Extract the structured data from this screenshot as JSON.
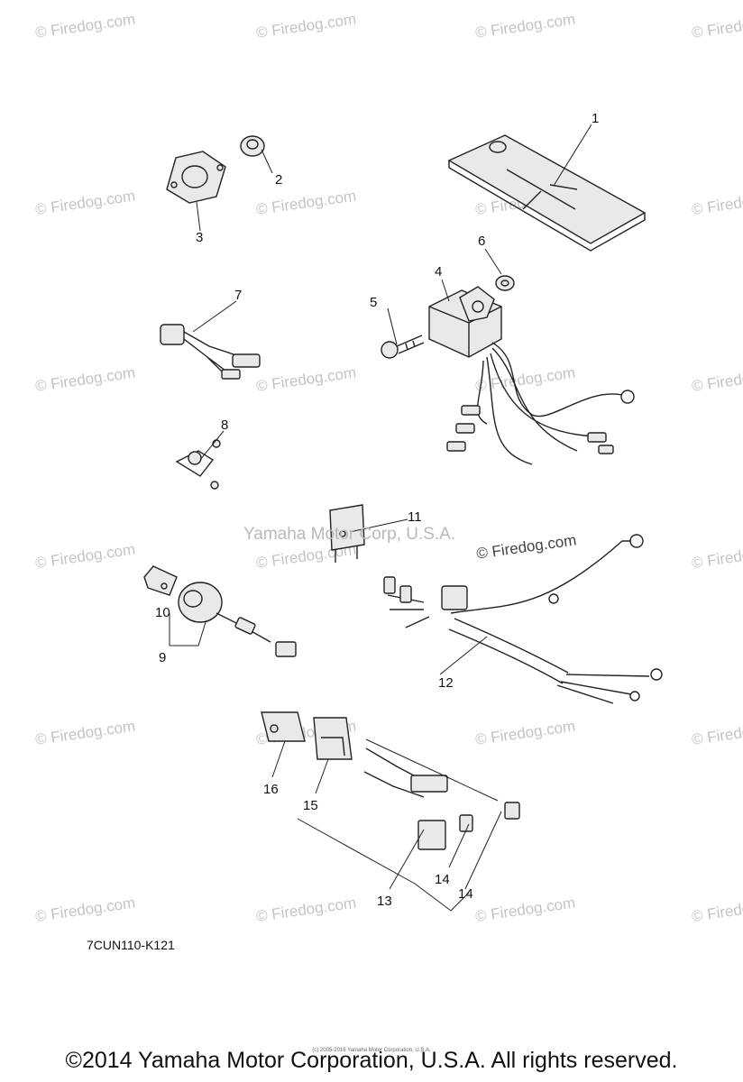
{
  "watermark": {
    "text": "© Firedog.com"
  },
  "center_watermark": "Yamaha Motor Corp, U.S.A.",
  "firedog_watermark": "© Firedog.com",
  "diagram_code": "7CUN110-K121",
  "copyright": "©2014 Yamaha Motor Corporation, U.S.A. All rights reserved.",
  "tiny_copyright": "(c) 2005-2016 Yamaha Motor Corporation, U.S.A.",
  "callouts": {
    "c1": "1",
    "c2": "2",
    "c3": "3",
    "c4": "4",
    "c5": "5",
    "c6": "6",
    "c7": "7",
    "c8": "8",
    "c9": "9",
    "c10": "10",
    "c11": "11",
    "c12": "12",
    "c13": "13",
    "c14a": "14",
    "c14b": "14",
    "c15": "15",
    "c16": "16"
  }
}
